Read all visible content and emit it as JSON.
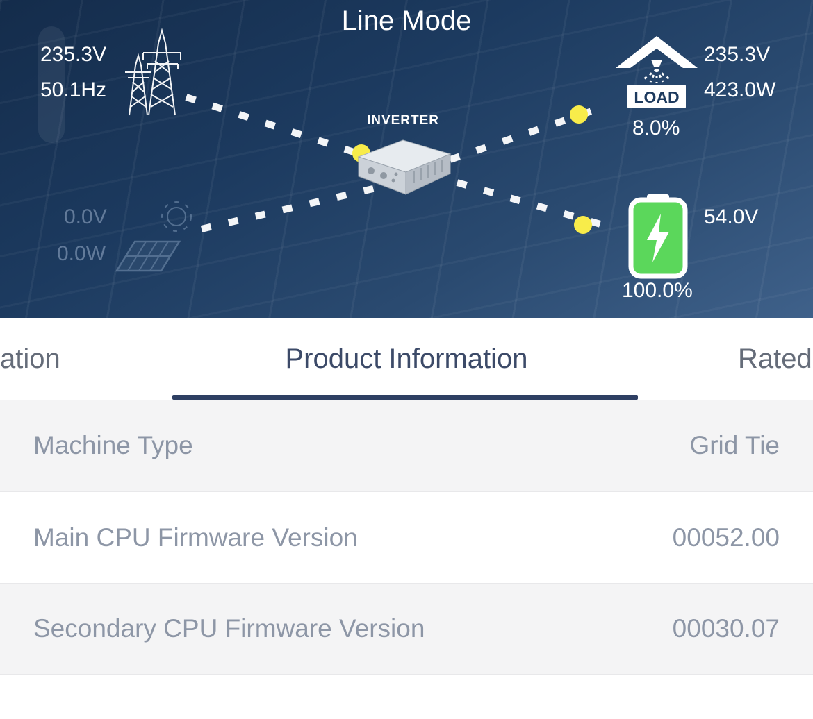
{
  "header": {
    "title": "Line Mode",
    "inverter_label": "INVERTER",
    "grid": {
      "voltage": "235.3V",
      "frequency": "50.1Hz"
    },
    "pv": {
      "voltage": "0.0V",
      "power": "0.0W"
    },
    "load": {
      "label": "LOAD",
      "voltage": "235.3V",
      "power": "423.0W",
      "percent": "8.0%"
    },
    "battery": {
      "voltage": "54.0V",
      "percent": "100.0%"
    }
  },
  "tabs": [
    {
      "label": "ation",
      "active": false
    },
    {
      "label": "Product Information",
      "active": true
    },
    {
      "label": "Rated",
      "active": false
    }
  ],
  "table": {
    "rows": [
      {
        "label": "Machine Type",
        "value": "Grid Tie"
      },
      {
        "label": "Main CPU Firmware Version",
        "value": "00052.00"
      },
      {
        "label": "Secondary CPU Firmware Version",
        "value": "00030.07"
      }
    ]
  },
  "colors": {
    "header_bg_top": "#142c4b",
    "header_bg_bottom": "#3f618a",
    "accent_underline": "#2e3f63",
    "battery_green": "#5bd75b",
    "flow_dot_yellow": "#f8ec4a",
    "row_alt_bg": "#f4f4f5",
    "table_text": "#8d96a6"
  }
}
